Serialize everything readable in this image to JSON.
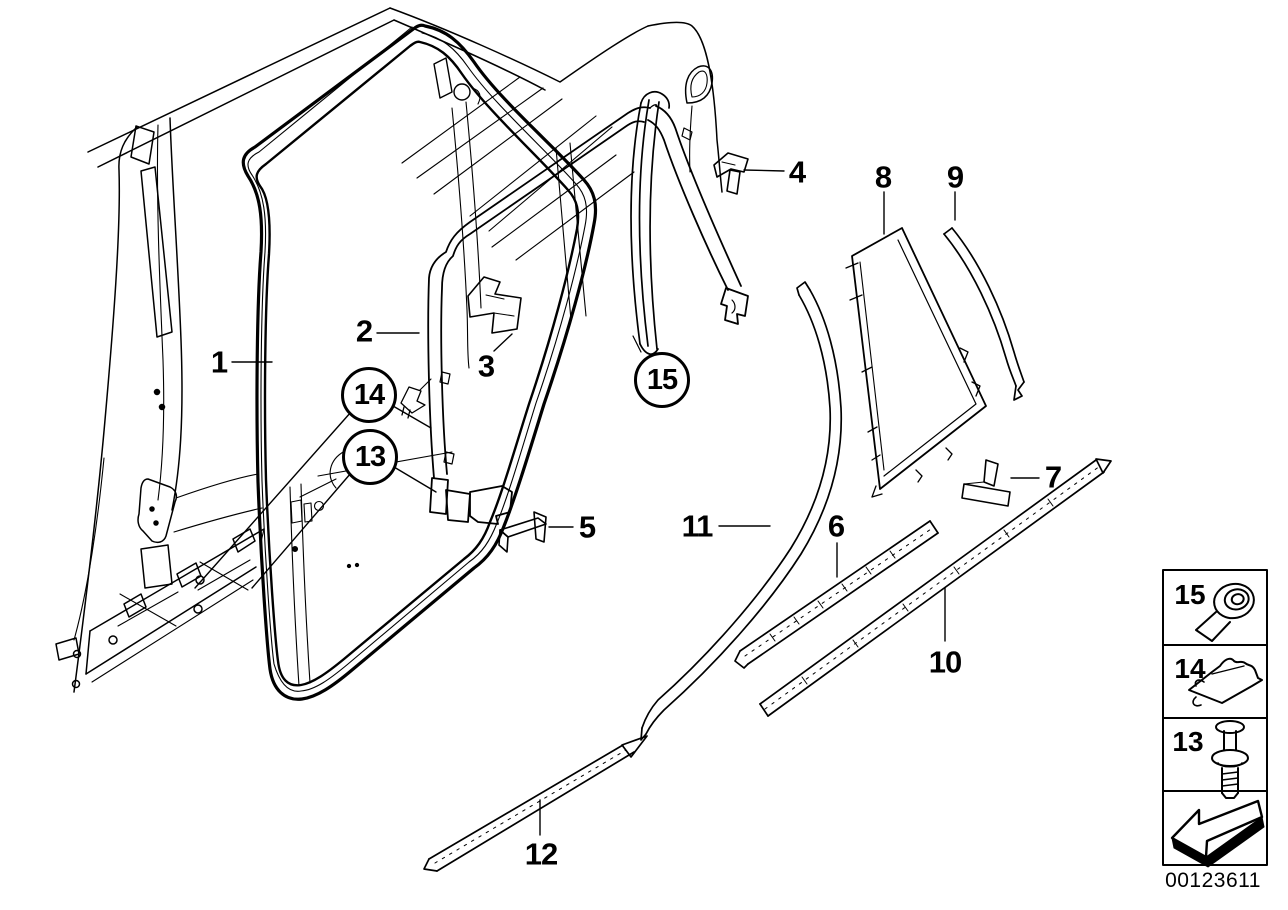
{
  "diagram": {
    "description": "Exterior trims and seals, rear door - exploded parts line drawing",
    "colors": {
      "background": "#ffffff",
      "line": "#000000"
    },
    "callouts": [
      {
        "id": "1",
        "label": "1",
        "circled": false
      },
      {
        "id": "2",
        "label": "2",
        "circled": false
      },
      {
        "id": "3",
        "label": "3",
        "circled": false
      },
      {
        "id": "4",
        "label": "4",
        "circled": false
      },
      {
        "id": "5",
        "label": "5",
        "circled": false
      },
      {
        "id": "6",
        "label": "6",
        "circled": false
      },
      {
        "id": "7",
        "label": "7",
        "circled": false
      },
      {
        "id": "8",
        "label": "8",
        "circled": false
      },
      {
        "id": "9",
        "label": "9",
        "circled": false
      },
      {
        "id": "10",
        "label": "10",
        "circled": false
      },
      {
        "id": "11",
        "label": "11",
        "circled": false
      },
      {
        "id": "12",
        "label": "12",
        "circled": false
      },
      {
        "id": "13",
        "label": "13",
        "circled": true
      },
      {
        "id": "14",
        "label": "14",
        "circled": true
      },
      {
        "id": "15",
        "label": "15",
        "circled": true
      }
    ]
  },
  "legend": {
    "items": [
      {
        "number": "15",
        "icon": "tape-roll-icon"
      },
      {
        "number": "14",
        "icon": "retaining-clip-icon"
      },
      {
        "number": "13",
        "icon": "expanding-rivet-icon"
      },
      {
        "number": "",
        "icon": "direction-arrow-icon"
      }
    ]
  },
  "footer": {
    "part_number": "00123611"
  }
}
